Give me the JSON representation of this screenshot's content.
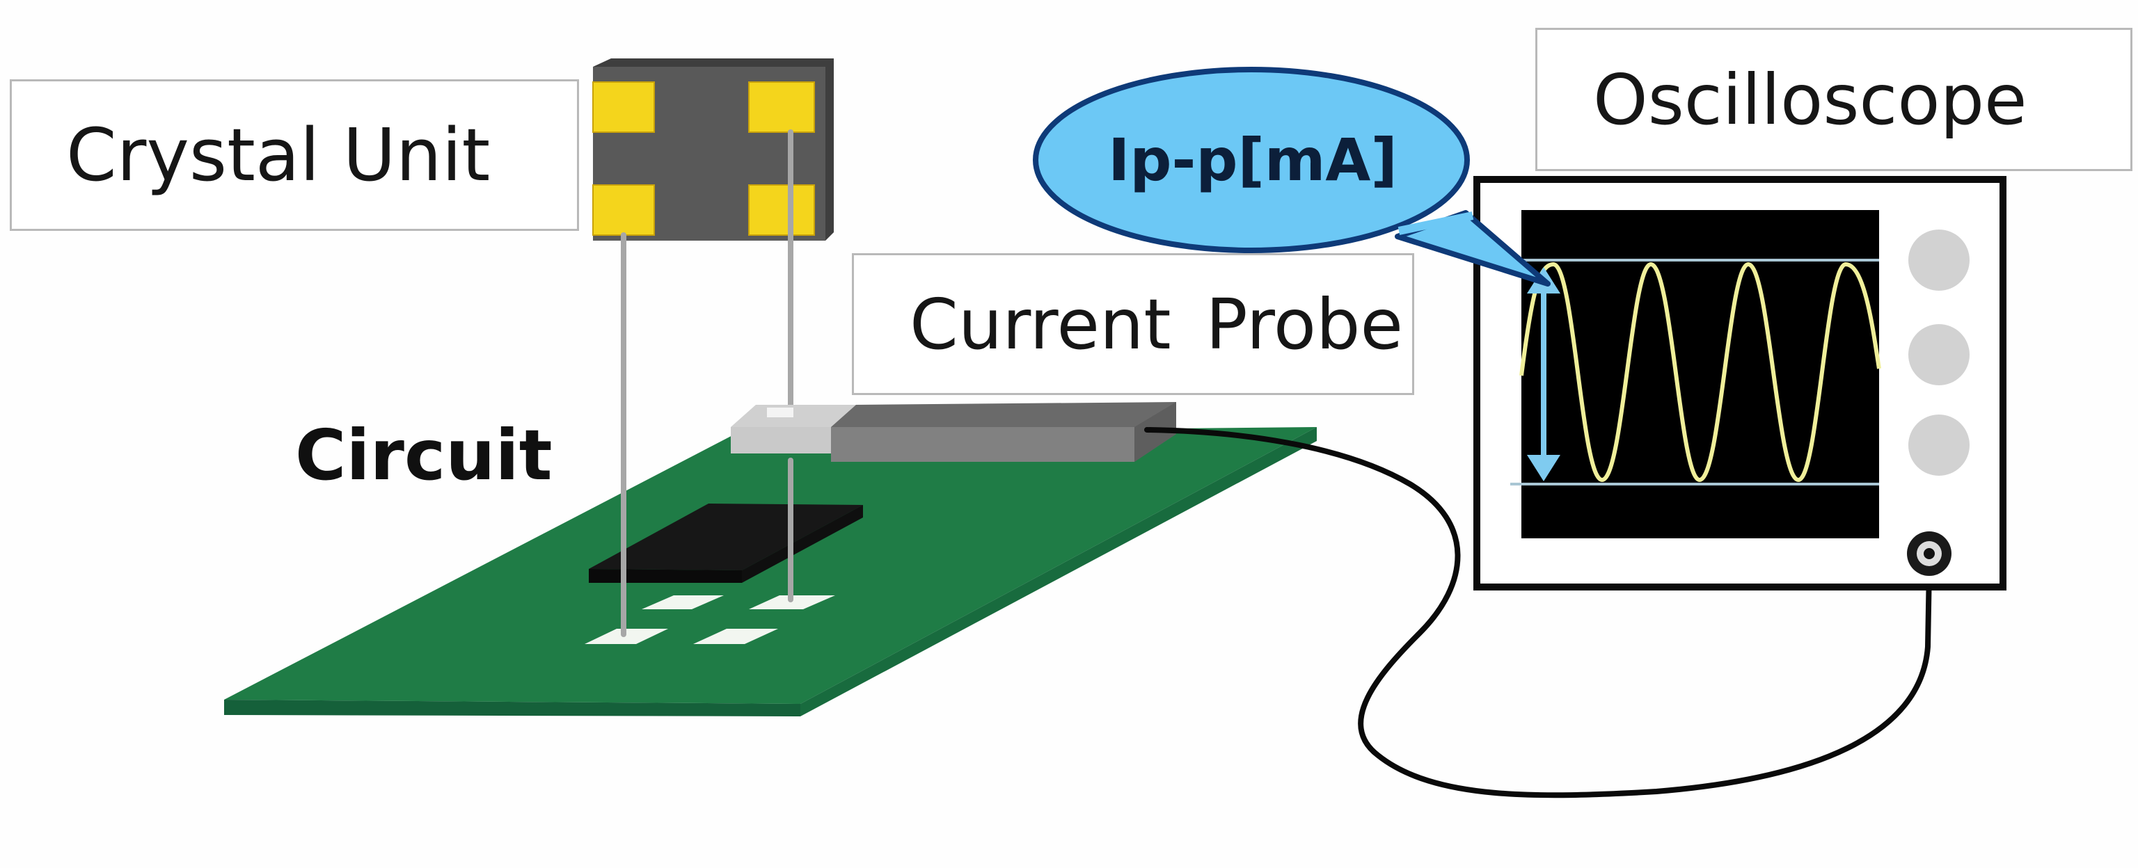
{
  "labels": {
    "crystal_unit": "Crystal Unit",
    "current_probe": "Current Probe",
    "oscilloscope": "Oscilloscope",
    "circuit": "Circuit"
  },
  "callout": {
    "text": "Ip-p[mA]"
  },
  "colors": {
    "pcb_green": "#1e7a45",
    "crystal_pad_yellow": "#f4d61e",
    "crystal_body": "#585858",
    "callout_fill": "#6cc8f5",
    "callout_border": "#0e3a78",
    "waveform": "#f0ef9a",
    "scope_screen": "#000000",
    "cable": "#0a0a0a"
  },
  "icons": {
    "measurement_arrow": "double-headed-arrow-icon",
    "scope_buttons": "round-button-icon",
    "probe_input": "bnc-connector-icon"
  }
}
